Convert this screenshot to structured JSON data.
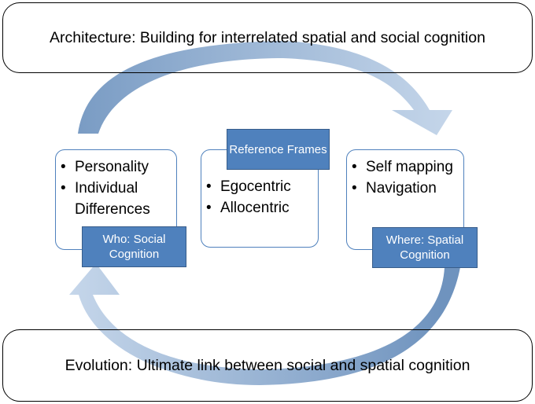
{
  "top_banner": {
    "text": "Architecture: Building for interrelated spatial and social cognition"
  },
  "bottom_banner": {
    "text": "Evolution: Ultimate link between social and spatial cognition"
  },
  "who_card": {
    "items": [
      "Personality",
      "Individual Differences"
    ],
    "label": "Who: Social Cognition"
  },
  "reference_card": {
    "items": [
      "Egocentric",
      "Allocentric"
    ],
    "label": "Reference Frames"
  },
  "where_card": {
    "items": [
      "Self mapping",
      "Navigation"
    ],
    "label": "Where: Spatial Cognition"
  },
  "colors": {
    "label_fill": "#4f81bd",
    "label_border": "#385d8a",
    "card_border": "#4f81bd",
    "arrow_light": "#c5d6ea",
    "arrow_mid": "#7a9cc4"
  }
}
